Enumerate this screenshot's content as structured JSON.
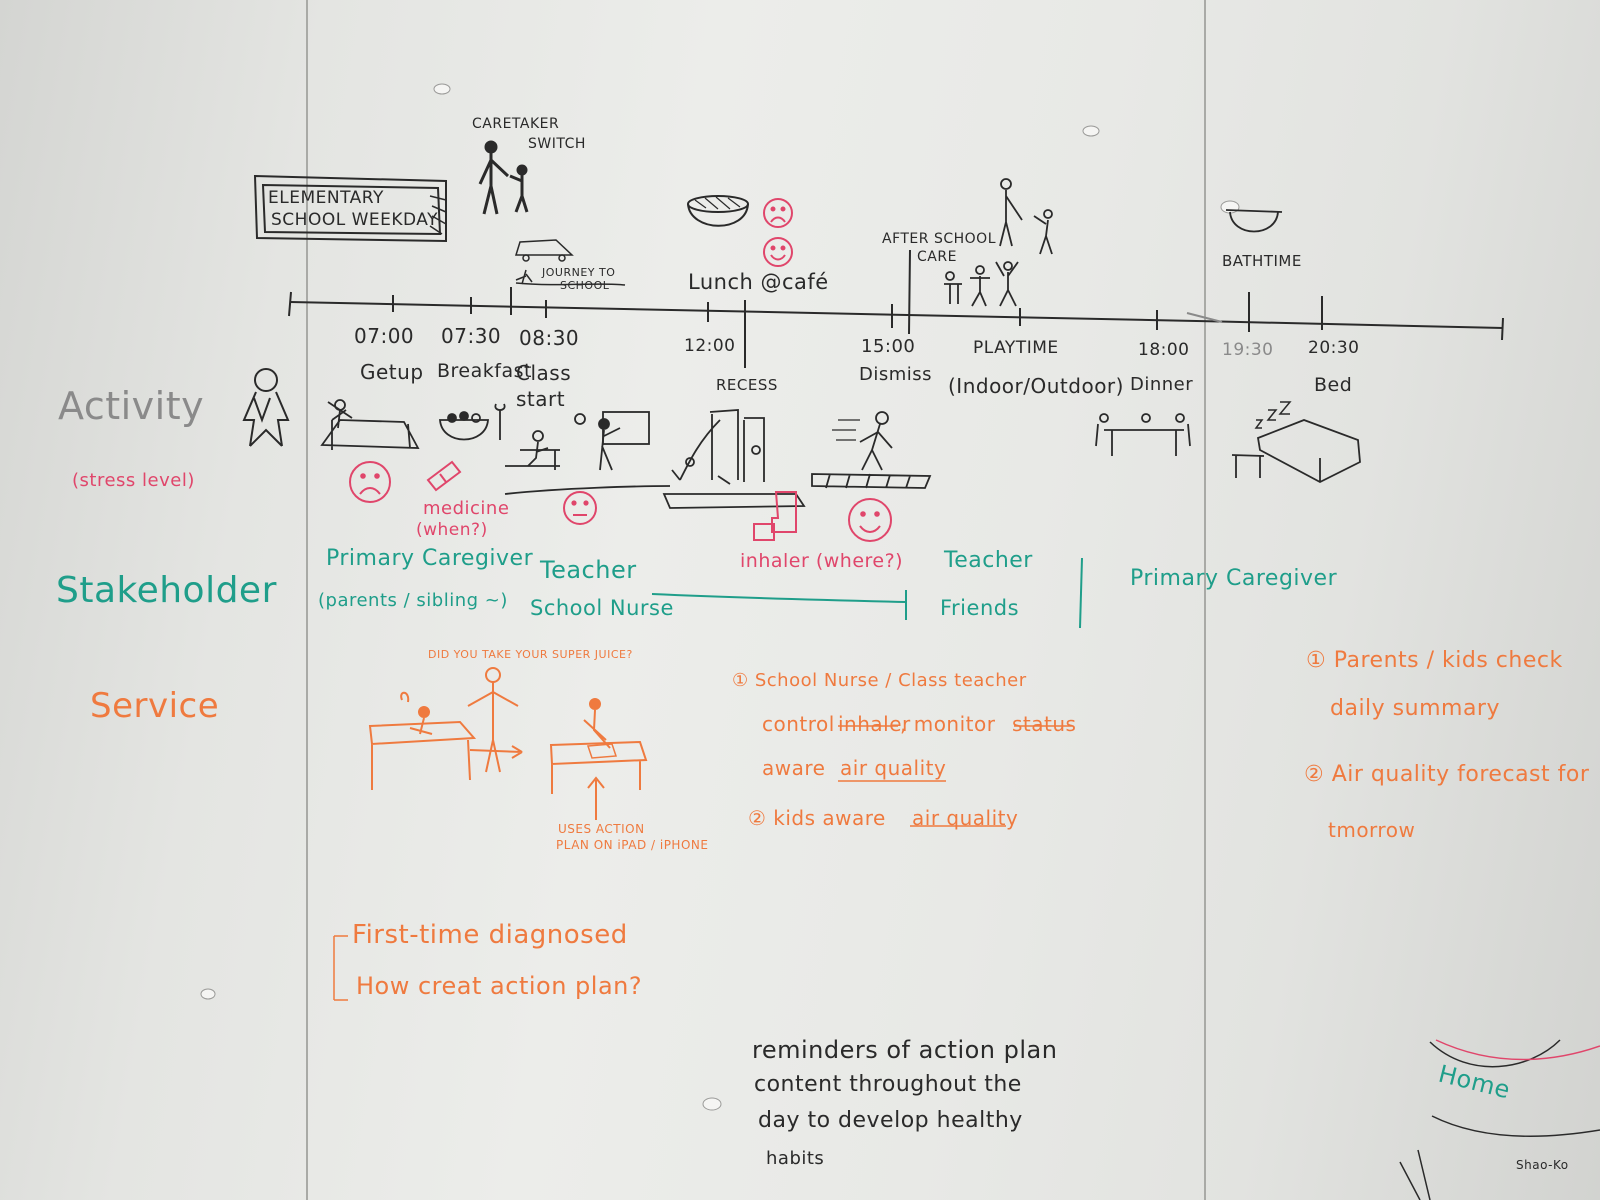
{
  "title_box": {
    "line1": "ELEMENTARY",
    "line2": "SCHOOL WEEKDAY"
  },
  "top_labels": {
    "caretaker": {
      "line1": "CARETAKER",
      "line2": "SWITCH"
    },
    "journey": {
      "line1": "JOURNEY TO",
      "line2": "SCHOOL"
    },
    "lunch": "Lunch @café",
    "after_school": {
      "line1": "AFTER SCHOOL",
      "line2": "CARE"
    },
    "bathtime": "BATHTIME"
  },
  "times": [
    {
      "time": "07:00",
      "activity": "Getup"
    },
    {
      "time": "07:30",
      "activity": "Breakfast"
    },
    {
      "time": "08:30",
      "activity": "Class start"
    },
    {
      "time": "12:00",
      "activity": "RECESS"
    },
    {
      "time": "15:00",
      "activity": "Dismiss"
    },
    {
      "time": "PLAYTIME",
      "activity": "(Indoor/Outdoor)"
    },
    {
      "time": "18:00",
      "activity": "Dinner"
    },
    {
      "time": "19:30",
      "activity": ""
    },
    {
      "time": "20:30",
      "activity": "Bed"
    }
  ],
  "rows": {
    "activity": "Activity",
    "stress": "(stress level)",
    "stakeholder": "Stakeholder",
    "service": "Service"
  },
  "pink_notes": {
    "medicine": "medicine",
    "medicine_when": "(when?)",
    "inhaler": "inhaler (where?)"
  },
  "stakeholders": {
    "primary_caregiver": "Primary Caregiver",
    "caregiver_detail": "(parents / sibling ~)",
    "teacher": "Teacher",
    "school_nurse": "School Nurse",
    "teacher2": "Teacher",
    "friends": "Friends",
    "primary_caregiver2": "Primary Caregiver"
  },
  "service_notes": {
    "question": "DID YOU TAKE YOUR SUPER JUICE?",
    "uses_line1": "USES ACTION",
    "uses_line2": "PLAN ON iPAD / iPHONE",
    "school_1": "① School Nurse / Class teacher",
    "school_2a": "control",
    "school_2b": "inhaler",
    "school_2c": ", monitor",
    "school_2d": "status",
    "school_3a": "aware",
    "school_3b": "air quality",
    "school_4a": "② kids aware",
    "school_4b": "air quality",
    "home_1": "① Parents / kids check",
    "home_2": "daily summary",
    "home_3": "② Air quality forecast for",
    "home_4": "tmorrow",
    "first_time": "First-time diagnosed",
    "how_create": "How creat action plan?"
  },
  "black_note": {
    "line1": "reminders of action plan",
    "line2": "content throughout the",
    "line3": "day to develop healthy",
    "line4": "habits"
  },
  "corner": {
    "home": "Home",
    "signature": "Shao-Ko"
  },
  "colors": {
    "black": "#2a2a2a",
    "teal": "#1f9e8a",
    "orange": "#ef7a3f",
    "pink": "#e0466b"
  }
}
